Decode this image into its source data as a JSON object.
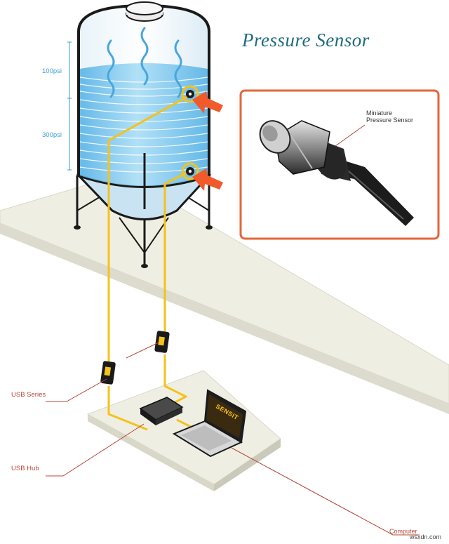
{
  "title": "Pressure Sensor",
  "levels": {
    "upper": "100psi",
    "lower": "300psi"
  },
  "inset": {
    "line1": "Miniature",
    "line2": "Pressure Sensor"
  },
  "labels": {
    "usb_series": "USB Series",
    "usb_hub": "USB Hub",
    "computer": "Computer"
  },
  "laptop_brand": "SENSIT",
  "watermark": "wsxdn.com",
  "colors": {
    "cable": "#f4c21b",
    "arrow": "#f15a2a",
    "inset_frame": "#e2673a",
    "water": "#7cc8ee",
    "scale": "#3a9fd6",
    "label_red": "#b4473a",
    "title": "#1f6a82"
  }
}
